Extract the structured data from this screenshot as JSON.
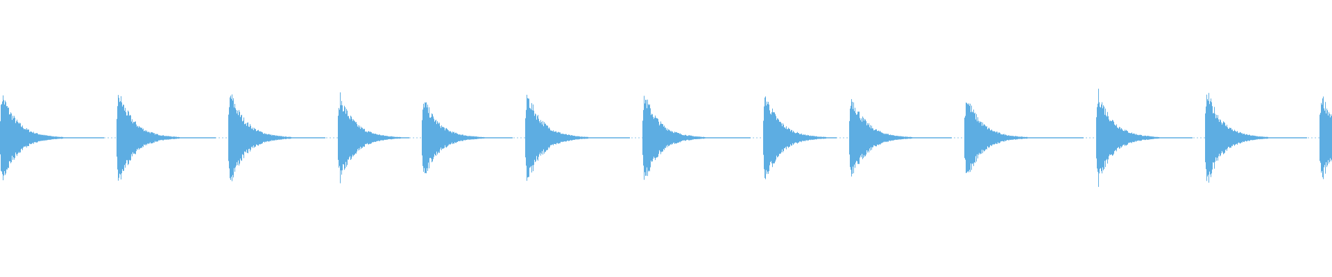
{
  "chart_data": {
    "type": "area",
    "kind": "audio-waveform",
    "title": "",
    "xlabel": "",
    "ylabel": "",
    "axes_visible": false,
    "grid": false,
    "legend": "none",
    "color": "#5dade2",
    "background": "#ffffff",
    "pulse_count": 13,
    "peak_amplitude": 0.65,
    "decay": "exponential"
  }
}
